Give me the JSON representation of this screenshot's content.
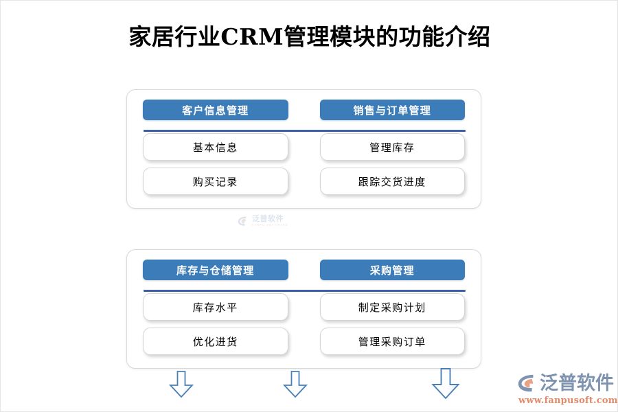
{
  "page": {
    "title": "家居行业CRM管理模块的功能介绍",
    "background_color": "#ffffff",
    "accent_color": "#3b7cb9",
    "divider_color": "#3c5fa6",
    "arrow_outline_color": "#4a7fb5"
  },
  "groups": [
    {
      "id": "customer-and-sales",
      "columns": [
        {
          "header": "客户信息管理",
          "items": [
            "基本信息",
            "购买记录"
          ]
        },
        {
          "header": "销售与订单管理",
          "items": [
            "管理库存",
            "跟踪交货进度"
          ]
        }
      ]
    },
    {
      "id": "inventory-and-purchase",
      "columns": [
        {
          "header": "库存与仓储管理",
          "items": [
            "库存水平",
            "优化进货"
          ]
        },
        {
          "header": "采购管理",
          "items": [
            "制定采购计划",
            "管理采购订单"
          ]
        }
      ]
    }
  ],
  "arrows": [
    {
      "name": "down-arrow-1"
    },
    {
      "name": "down-arrow-2"
    },
    {
      "name": "down-arrow-3"
    }
  ],
  "watermark": {
    "cn": "泛普软件",
    "en": "FANPU SOFTWARE"
  },
  "logo": {
    "cn": "泛普软件",
    "url": "www.fanpusoft.com",
    "mark_color": "#7e93b0",
    "accent_color": "#e08a6a"
  }
}
